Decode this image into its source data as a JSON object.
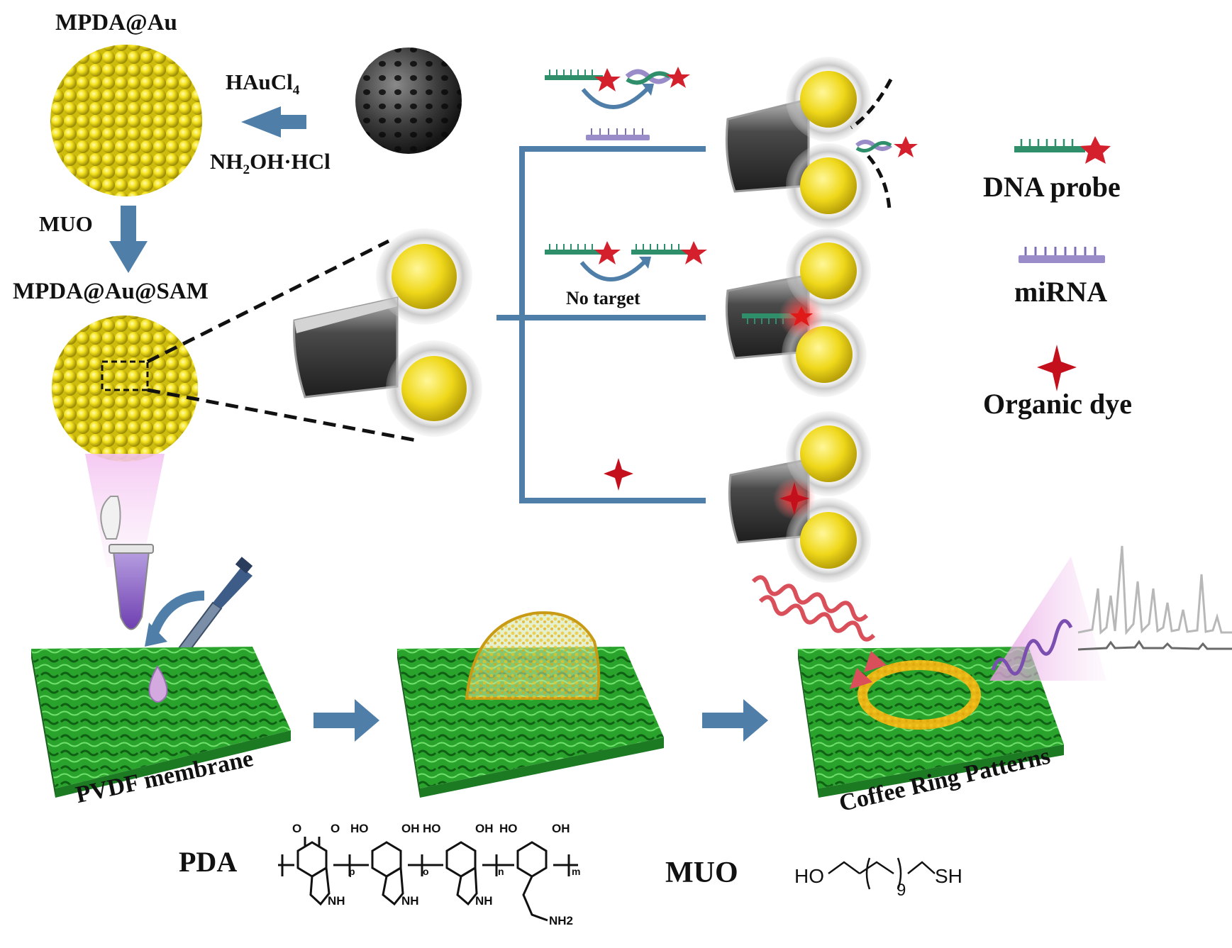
{
  "synthesis": {
    "mpda_au": "MPDA@Au",
    "reagent1": "HAuCl",
    "reagent1_sub": "4",
    "reagent2_a": "NH",
    "reagent2_sub": "2",
    "reagent2_b": "OH·HCl",
    "muo_step": "MUO",
    "mpda_au_sam": "MPDA@Au@SAM"
  },
  "mechanism": {
    "no_target": "No target"
  },
  "legend": {
    "dna_probe": "DNA probe",
    "mirna": "miRNA",
    "organic_dye": "Organic dye"
  },
  "bottom": {
    "pvdf": "PVDF membrane",
    "coffee_ring": "Coffee Ring Patterns"
  },
  "structures": {
    "pda_label": "PDA",
    "muo_label": "MUO",
    "muo_formula_ho": "HO",
    "muo_formula_n": "9",
    "muo_formula_sh": "SH",
    "pda_subscripts": [
      "p",
      "o",
      "n",
      "m"
    ],
    "pda_groups": [
      "O",
      "O",
      "HO",
      "OH",
      "HO",
      "OH",
      "HO",
      "OH",
      "NH",
      "NH",
      "NH",
      "NH2"
    ]
  },
  "colors": {
    "arrow": "#4f7fa9",
    "gold": "#f2e01a",
    "membrane": "#2fa22f",
    "dye": "#d4202c",
    "dna_strand": "#2f8f6a",
    "mirna": "#9a8cc9",
    "glow": "#e9a6e6"
  }
}
